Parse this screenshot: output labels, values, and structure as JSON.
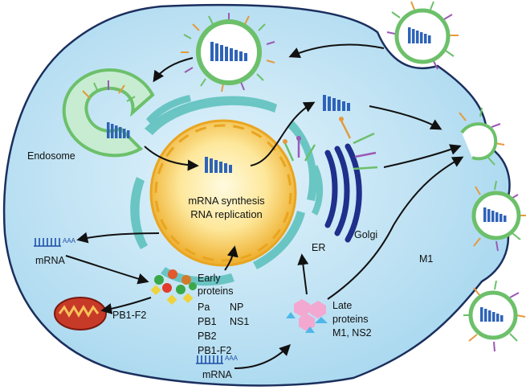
{
  "labels": {
    "endosome": "Endosome",
    "nucleus_line1": "mRNA synthesis",
    "nucleus_line2": "RNA replication",
    "er": "ER",
    "golgi": "Golgi",
    "m1": "M1",
    "mrna_left": "mRNA",
    "mrna_bottom": "mRNA",
    "poly_a_left": "AAA",
    "poly_a_bottom": "AAA",
    "pb1f2_mito": "PB1-F2",
    "early_title1": "Early",
    "early_title2": "proteins",
    "early_pa": "Pa",
    "early_np": "NP",
    "early_pb1": "PB1",
    "early_ns1": "NS1",
    "early_pb2": "PB2",
    "early_pb1f2": "PB1-F2",
    "late_title1": "Late",
    "late_title2": "proteins",
    "late_list": "M1, NS2"
  },
  "colors": {
    "cell_fill": "#c9e7f5",
    "cell_stroke": "#1b2f5e",
    "nucleus_core": "#fff6c8",
    "nucleus_edge": "#f0b93a",
    "er": "#5fc2be",
    "golgi": "#1e2f8c",
    "rna": "#2e63b8",
    "virion_ring": "#6cc06a",
    "mito": "#c83a28"
  }
}
